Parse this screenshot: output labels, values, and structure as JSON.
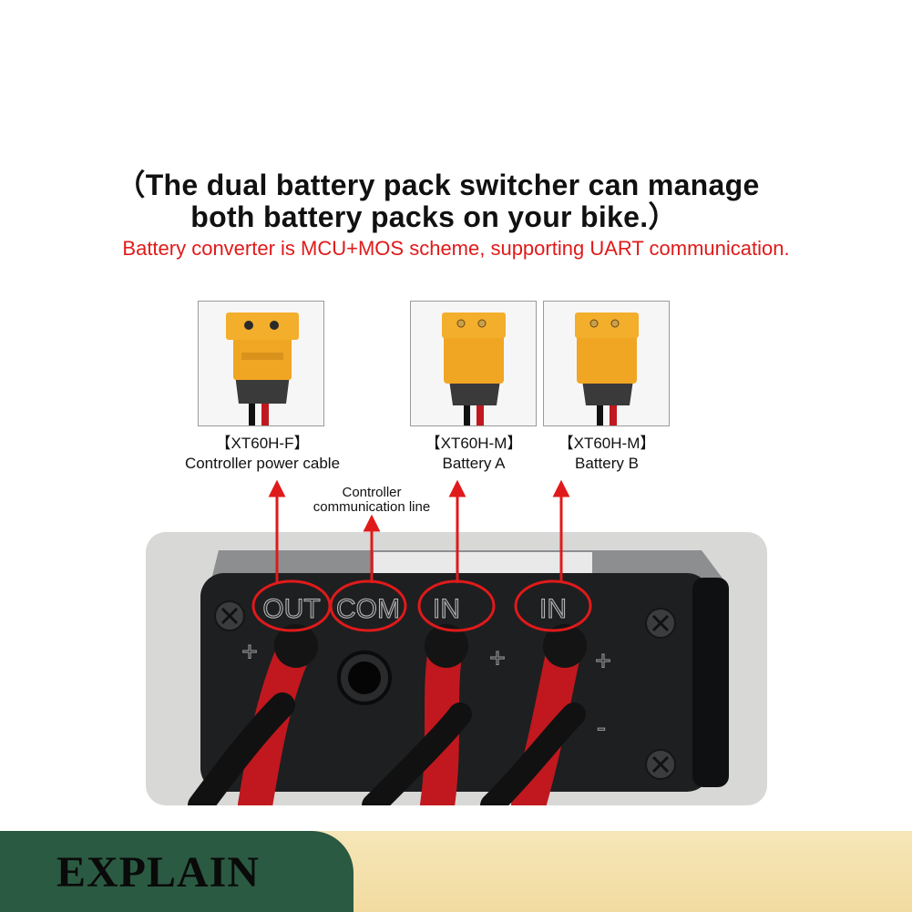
{
  "header": {
    "line1": "（The dual battery pack switcher can manage",
    "line2": "both battery packs on your bike.）",
    "subline": "Battery converter is MCU+MOS scheme, supporting UART communication."
  },
  "connectors": [
    {
      "code": "【XT60H-F】",
      "desc": "Controller power cable"
    },
    {
      "code": "【XT60H-M】",
      "desc": "Battery  A"
    },
    {
      "code": "【XT60H-M】",
      "desc": "Battery  B"
    }
  ],
  "comm_label": {
    "line1": "Controller",
    "line2": "communication line"
  },
  "ports": [
    "OUT",
    "COM",
    "IN",
    "IN"
  ],
  "polarity": {
    "plus": "+",
    "minus": "-"
  },
  "footer": {
    "label": "EXPLAIN"
  },
  "colors": {
    "accent_red": "#e01a1a",
    "footer_green": "#2b5a42",
    "footer_cream": "#f6e6b8",
    "connector_yellow": "#f0a623"
  }
}
